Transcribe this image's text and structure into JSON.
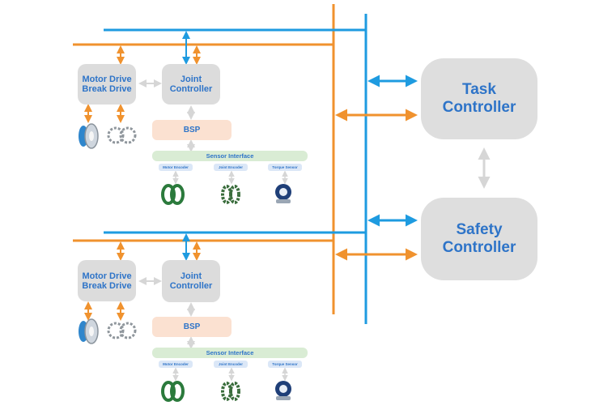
{
  "task_controller": "Task Controller",
  "safety_controller": "Safety Controller",
  "joints": [
    {
      "motor_drive": "Motor Drive",
      "break_drive": "Break Drive",
      "joint_controller": "Joint Controller",
      "bsp": "BSP",
      "sensor_interface": "Sensor Interface",
      "sensors": [
        "Motor Encoder",
        "Joint Encoder",
        "Torque Sensor"
      ]
    },
    {
      "motor_drive": "Motor Drive",
      "break_drive": "Break Drive",
      "joint_controller": "Joint Controller",
      "bsp": "BSP",
      "sensor_interface": "Sensor Interface",
      "sensors": [
        "Motor Encoder",
        "Joint Encoder",
        "Torque Sensor"
      ]
    }
  ],
  "colors": {
    "orange": "#f0922e",
    "blue": "#1e9be0",
    "gray_arrow": "#d6d6d6",
    "text_blue": "#2e74c8"
  },
  "icons": [
    "motor-icon",
    "brake-icon",
    "encoder-ring-icon",
    "torque-sensor-icon"
  ]
}
